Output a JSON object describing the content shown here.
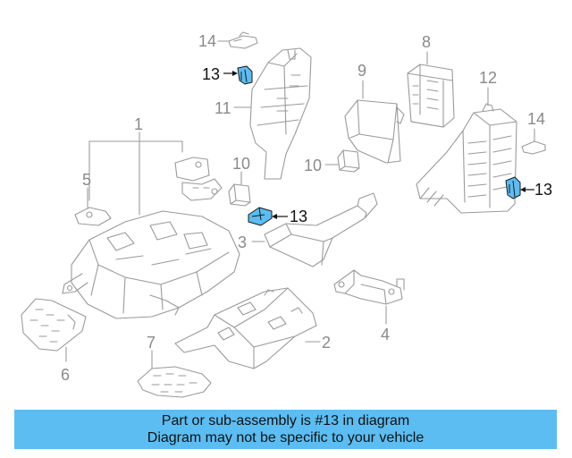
{
  "callouts": {
    "c14a": "14",
    "c13a": "13",
    "c8": "8",
    "c9": "9",
    "c11": "11",
    "c12": "12",
    "c14b": "14",
    "c1": "1",
    "c10a": "10",
    "c10b": "10",
    "c5": "5",
    "c13b": "13",
    "c13c": "13",
    "c3": "3",
    "c4": "4",
    "c2": "2",
    "c6": "6",
    "c7": "7"
  },
  "banner": {
    "line1": "Part or sub-assembly is #13 in diagram",
    "line2": "Diagram may not be specific to your vehicle"
  },
  "colors": {
    "highlight": "#5bbdf2",
    "line": "#9a9a9a",
    "callout_active": "#111111",
    "callout_inactive": "#8a8a8a"
  }
}
